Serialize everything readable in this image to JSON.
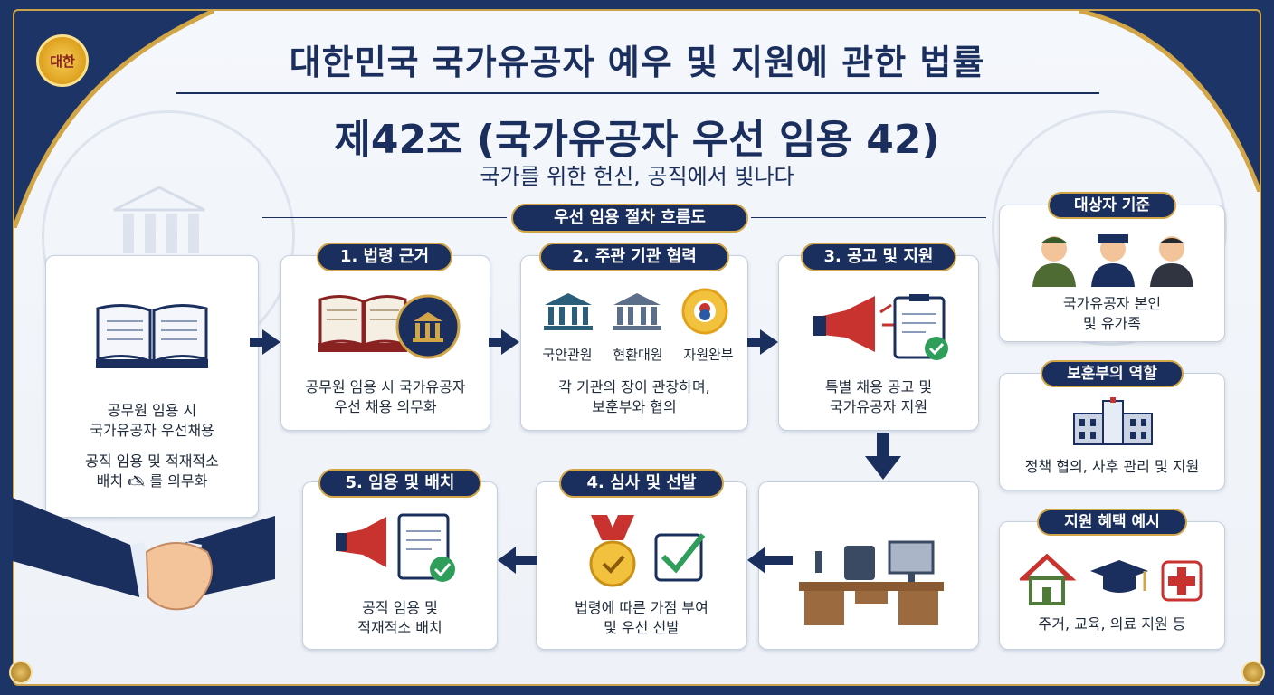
{
  "emblem_text": "대한",
  "title": "대한민국 국가유공자 예우 및 지원에 관한 법률",
  "article": "제42조 (국가유공자 우선 임용  42)",
  "subtitle": "국가를 위한 헌신, 공직에서 빛나다",
  "flow_title": "우선 임용 절차 흐름도",
  "intro": {
    "line1": "공무원 임용 시",
    "line2": "국가유공자 우선채용",
    "line3": "공직 임용 및 적재적소",
    "line4": "배치 🖎 를 의무화"
  },
  "steps": [
    {
      "label": "1. 법령 근거",
      "text1": "공무원 임용 시 국가유공자",
      "text2": "우선 채용 의무화"
    },
    {
      "label": "2. 주관 기관 협력",
      "text1": "각 기관의 장이 관장하며,",
      "text2": "보훈부와 협의",
      "agencies": [
        "국안관원",
        "현환대원",
        "자원완부"
      ]
    },
    {
      "label": "3. 공고 및 지원",
      "text1": "특별 채용 공고 및",
      "text2": "국가유공자 지원"
    },
    {
      "label": "4. 심사 및 선발",
      "text1": "법령에 따른 가점 부여",
      "text2": "및 우선 선발"
    },
    {
      "label": "5. 임용 및 배치",
      "text1": "공직 임용 및",
      "text2": "적재적소 배치"
    }
  ],
  "side": [
    {
      "label": "대상자 기준",
      "text1": "국가유공자 본인",
      "text2": "및 유가족"
    },
    {
      "label": "보훈부의 역할",
      "text1": "정책 협의, 사후 관리 및 지원",
      "text2": ""
    },
    {
      "label": "지원 혜택 예시",
      "text1": "주거, 교육, 의료 지원 등",
      "text2": ""
    }
  ],
  "colors": {
    "navy": "#1b2f5e",
    "gold": "#d2a646",
    "red": "#c8322f",
    "green": "#2e9e5a"
  }
}
